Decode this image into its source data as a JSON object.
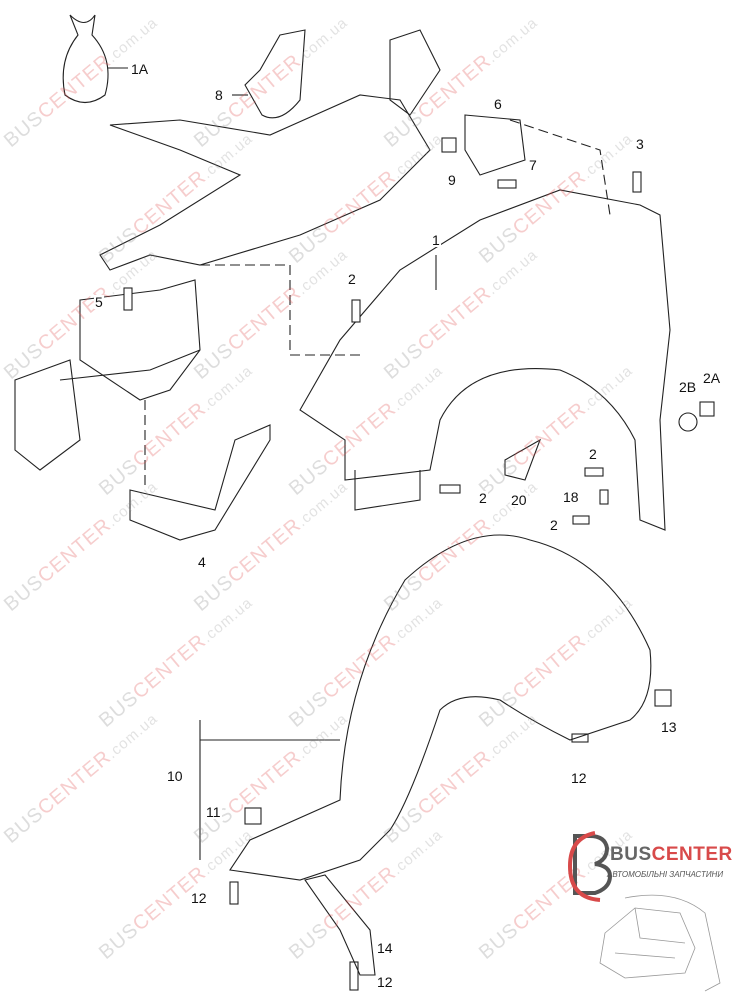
{
  "diagram": {
    "labels": {
      "l1a": "1A",
      "l8": "8",
      "l6": "6",
      "l3": "3",
      "l9": "9",
      "l7": "7",
      "l1": "1",
      "l2a": "2",
      "l5": "5",
      "l2b_": "2B",
      "l2a_": "2A",
      "l2b": "2",
      "l2c": "2",
      "l20": "20",
      "l18": "18",
      "l2d": "2",
      "l4": "4",
      "l13": "13",
      "l12a": "12",
      "l10": "10",
      "l11": "11",
      "l12b": "12",
      "l14": "14",
      "l12c": "12"
    }
  },
  "watermark": {
    "part1": "BUS",
    "part2": "CENTER",
    "part3": ".com.ua"
  },
  "logo": {
    "brand_grey": "BUS",
    "brand_red": "CENTER",
    "subtitle": "АВТОМОБІЛЬНІ ЗАПЧАСТИНИ"
  },
  "colors": {
    "red": "#d84a4a",
    "grey": "#777777",
    "line": "#222222"
  }
}
